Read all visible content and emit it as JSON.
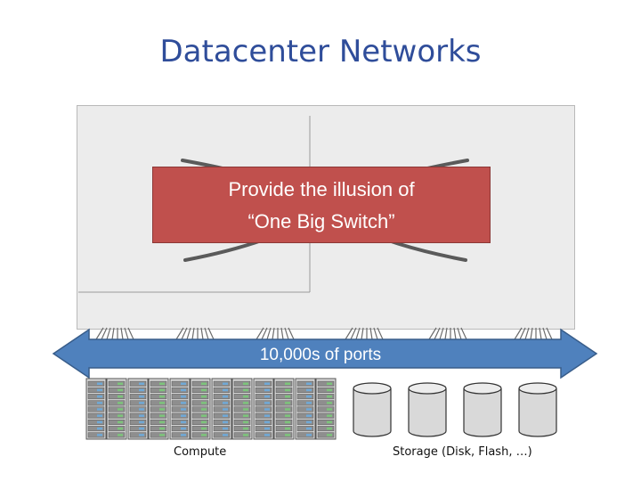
{
  "title": "Datacenter Networks",
  "callout": {
    "line1": "Provide the illusion of",
    "line2": "“One Big Switch”"
  },
  "ports_label": "10,000s of ports",
  "captions": {
    "compute": "Compute",
    "storage": "Storage (Disk, Flash, …)"
  },
  "colors": {
    "title": "#2f4d9a",
    "callout": "#c0504d",
    "arrow": "#4f81bd",
    "box": "#ececec"
  },
  "compute_racks": 6,
  "storage_disks": 4
}
